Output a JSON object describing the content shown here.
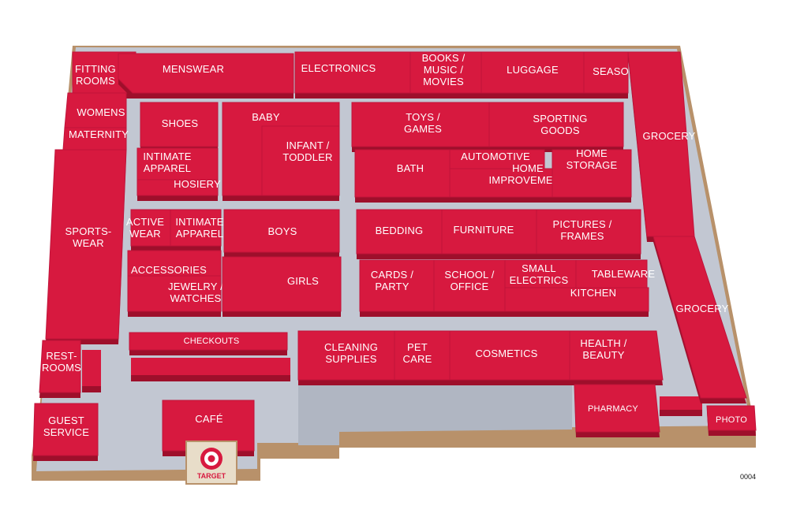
{
  "map": {
    "image_code": "0004",
    "brand_label": "TARGET",
    "departments": [
      {
        "id": "fitting-rooms",
        "label": "FITTING\nROOMS"
      },
      {
        "id": "menswear",
        "label": "MENSWEAR"
      },
      {
        "id": "electronics",
        "label": "ELECTRONICS"
      },
      {
        "id": "books-music-movies",
        "label": "BOOKS /\nMUSIC /\nMOVIES"
      },
      {
        "id": "luggage",
        "label": "LUGGAGE"
      },
      {
        "id": "seasonal",
        "label": "SEASONAL"
      },
      {
        "id": "womens",
        "label": "WOMENS"
      },
      {
        "id": "maternity",
        "label": "MATERNITY"
      },
      {
        "id": "shoes",
        "label": "SHOES"
      },
      {
        "id": "baby",
        "label": "BABY"
      },
      {
        "id": "infant-toddler",
        "label": "INFANT /\nTODDLER"
      },
      {
        "id": "toys-games",
        "label": "TOYS /\nGAMES"
      },
      {
        "id": "sporting-goods",
        "label": "SPORTING\nGOODS"
      },
      {
        "id": "grocery-top",
        "label": "GROCERY"
      },
      {
        "id": "intimate-apparel-1",
        "label": "INTIMATE\nAPPAREL"
      },
      {
        "id": "hosiery",
        "label": "HOSIERY"
      },
      {
        "id": "bath",
        "label": "BATH"
      },
      {
        "id": "automotive",
        "label": "AUTOMOTIVE"
      },
      {
        "id": "home-improvement",
        "label": "HOME\nIMPROVEMENT"
      },
      {
        "id": "home-storage",
        "label": "HOME\nSTORAGE"
      },
      {
        "id": "sportswear",
        "label": "SPORTS-\nWEAR"
      },
      {
        "id": "active-wear",
        "label": "ACTIVE\nWEAR"
      },
      {
        "id": "intimate-apparel-2",
        "label": "INTIMATE\nAPPAREL"
      },
      {
        "id": "boys",
        "label": "BOYS"
      },
      {
        "id": "bedding",
        "label": "BEDDING"
      },
      {
        "id": "furniture",
        "label": "FURNITURE"
      },
      {
        "id": "pictures-frames",
        "label": "PICTURES /\nFRAMES"
      },
      {
        "id": "accessories",
        "label": "ACCESSORIES"
      },
      {
        "id": "jewelry-watches",
        "label": "JEWELRY /\nWATCHES"
      },
      {
        "id": "girls",
        "label": "GIRLS"
      },
      {
        "id": "cards-party",
        "label": "CARDS /\nPARTY"
      },
      {
        "id": "school-office",
        "label": "SCHOOL /\nOFFICE"
      },
      {
        "id": "small-electrics",
        "label": "SMALL\nELECTRICS"
      },
      {
        "id": "tableware",
        "label": "TABLEWARE"
      },
      {
        "id": "kitchen",
        "label": "KITCHEN"
      },
      {
        "id": "grocery-bottom",
        "label": "GROCERY"
      },
      {
        "id": "checkouts",
        "label": "CHECKOUTS"
      },
      {
        "id": "cleaning-supplies",
        "label": "CLEANING\nSUPPLIES"
      },
      {
        "id": "pet-care",
        "label": "PET\nCARE"
      },
      {
        "id": "cosmetics",
        "label": "COSMETICS"
      },
      {
        "id": "health-beauty",
        "label": "HEALTH /\nBEAUTY"
      },
      {
        "id": "restrooms",
        "label": "REST-\nROOMS"
      },
      {
        "id": "guest-service",
        "label": "GUEST\nSERVICE"
      },
      {
        "id": "cafe",
        "label": "CAFÉ"
      },
      {
        "id": "pharmacy",
        "label": "PHARMACY"
      },
      {
        "id": "photo",
        "label": "PHOTO"
      }
    ]
  },
  "colors": {
    "department": "#d7193f",
    "department_side": "#9e0f2b",
    "aisle_floor": "#c2c7d2",
    "outer_wall": "#b8916a",
    "background": "#ffffff"
  }
}
